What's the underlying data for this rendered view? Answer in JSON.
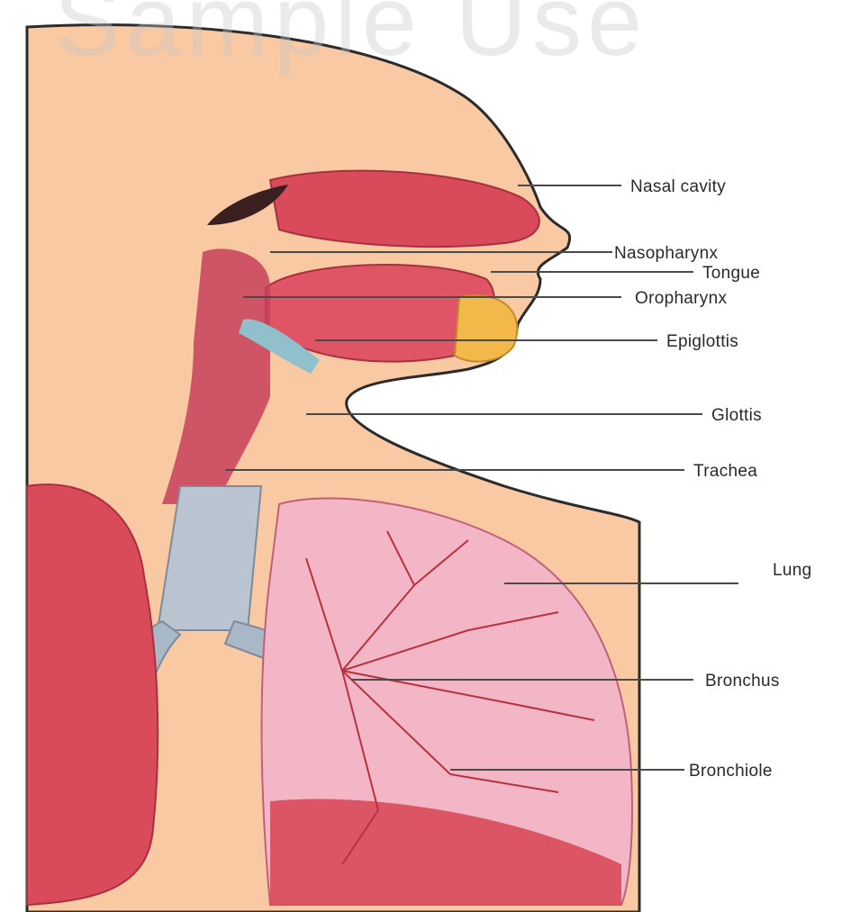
{
  "watermark": {
    "text": "Sample Use"
  },
  "labels": {
    "nasal_cavity": "Nasal cavity",
    "nasopharynx": "Nasopharynx",
    "tongue": "Tongue",
    "oropharynx": "Oropharynx",
    "epiglottis": "Epiglottis",
    "glottis": "Glottis",
    "trachea": "Trachea",
    "lung": "Lung",
    "bronchus": "Bronchus",
    "bronchiole": "Bronchiole"
  },
  "colors": {
    "skin": "#f8c9a3",
    "tissue": "#d94a5a",
    "lung_pink": "#f3b6c6",
    "airway_blue": "#9fc2c9",
    "outline": "#2b2b2b"
  }
}
